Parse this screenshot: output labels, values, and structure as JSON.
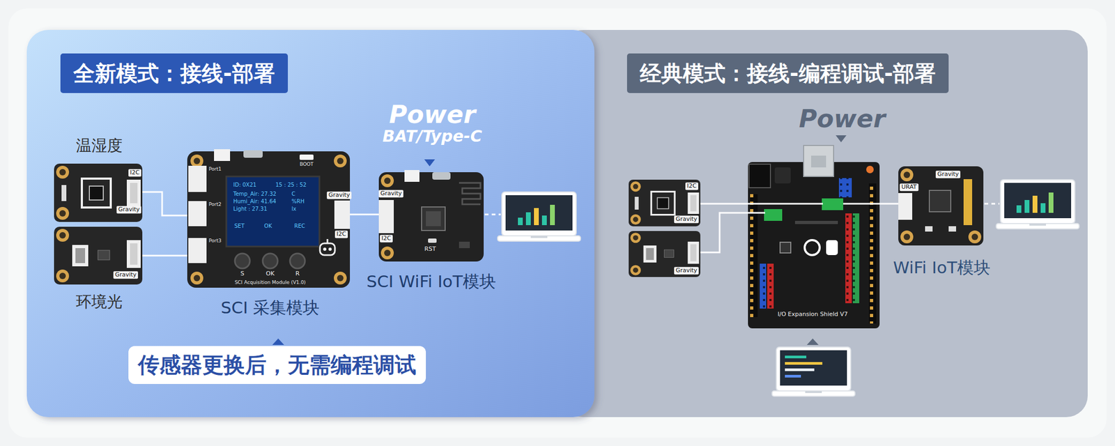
{
  "diagram": {
    "nodes": [
      {
        "text": [
          "全新模式：接线-部署"
        ]
      },
      {
        "text": [
          "温湿度",
          "I2C",
          "Gravity"
        ],
        "in": 0
      },
      {
        "text": [
          "Gravity",
          "环境光"
        ],
        "in": 0
      },
      {
        "text": [
          "Port1",
          "Port2",
          "Port3",
          "BOOT",
          "ID: 0X21",
          "15 : 25 : 52",
          "Temp_Air: 27.32",
          "C",
          "Humi_Air: 41.64",
          "%RH",
          "Light : 27.31",
          "lx",
          "SET",
          "OK",
          "REC",
          "Gravity",
          "I2C",
          "S",
          "OK",
          "R",
          "SCI Acquisition Module (V1.0)",
          "SCI 采集模块"
        ],
        "in": 0
      },
      {
        "text": [
          "Gravity",
          "I2C",
          "RST",
          "SCI WiFi IoT模块"
        ],
        "in": 0
      },
      {
        "text": [
          "传感器更换后，无需编程调试"
        ],
        "in": 0
      },
      {
        "text": [
          "经典模式：接线-编程调试-部署"
        ]
      },
      {
        "text": [
          "I2C",
          "Gravity"
        ],
        "in": 6
      },
      {
        "text": [
          "Gravity"
        ],
        "in": 6
      },
      {
        "text": [
          "I/O Expansion Shield V7"
        ],
        "in": 6
      },
      {
        "text": [
          "Gravity",
          "URAT",
          "WiFi IoT模块"
        ],
        "in": 6
      }
    ],
    "edges": [
      {
        "from": 1,
        "to": 3,
        "arrow": "none"
      },
      {
        "from": 2,
        "to": 3,
        "arrow": "none"
      },
      {
        "from": 3,
        "to": 4,
        "arrow": "none"
      },
      {
        "from": 7,
        "to": 9,
        "arrow": "none"
      },
      {
        "from": 8,
        "to": 9,
        "arrow": "none"
      },
      {
        "from": 9,
        "to": 10,
        "arrow": "none"
      }
    ],
    "labels": [
      "Power",
      "BAT/Type-C",
      "Power"
    ]
  }
}
